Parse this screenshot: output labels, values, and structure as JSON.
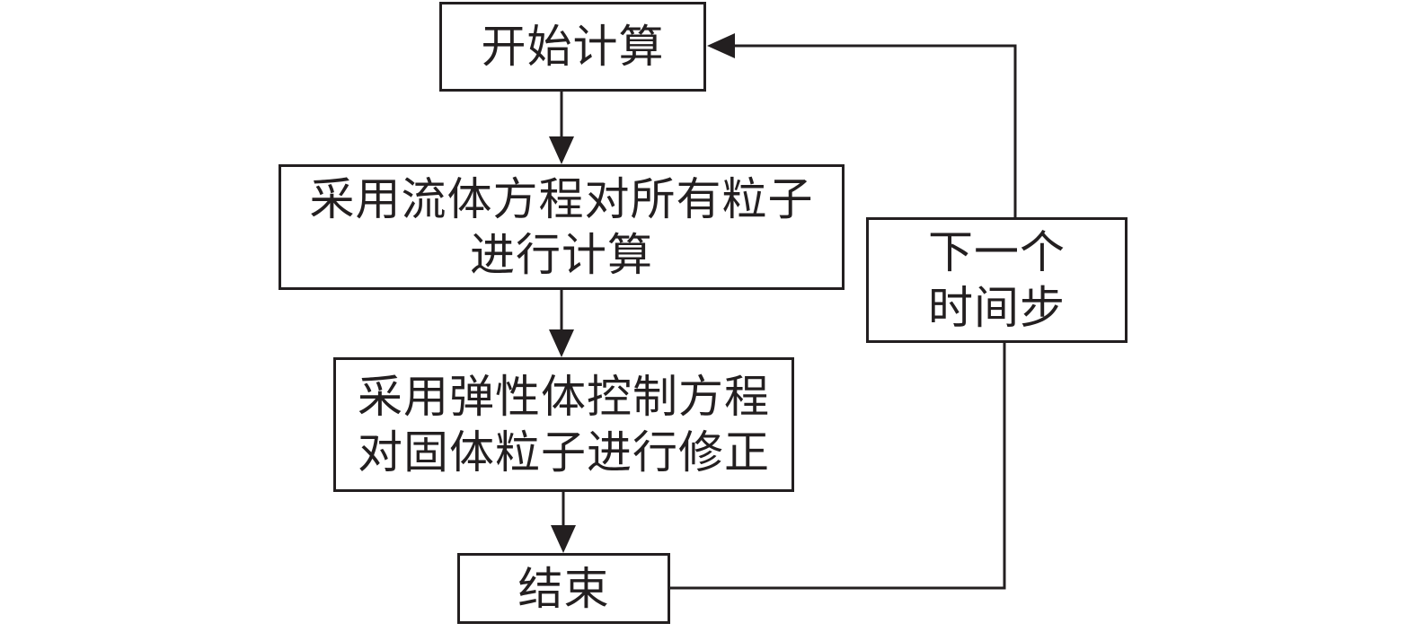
{
  "diagram": {
    "nodes": [
      {
        "id": "start",
        "lines": [
          "开始计算"
        ]
      },
      {
        "id": "fluid",
        "lines": [
          "采用流体方程对所有粒子",
          "进行计算"
        ]
      },
      {
        "id": "elastic",
        "lines": [
          "采用弹性体控制方程",
          "对固体粒子进行修正"
        ]
      },
      {
        "id": "end",
        "lines": [
          "结束"
        ]
      },
      {
        "id": "next",
        "lines": [
          "下一个",
          "时间步"
        ]
      }
    ],
    "edges": [
      {
        "from": "start",
        "to": "fluid"
      },
      {
        "from": "fluid",
        "to": "elastic"
      },
      {
        "from": "elastic",
        "to": "end"
      },
      {
        "from": "end",
        "to": "next"
      },
      {
        "from": "next",
        "to": "start"
      }
    ],
    "stroke_color": "#231f20"
  }
}
